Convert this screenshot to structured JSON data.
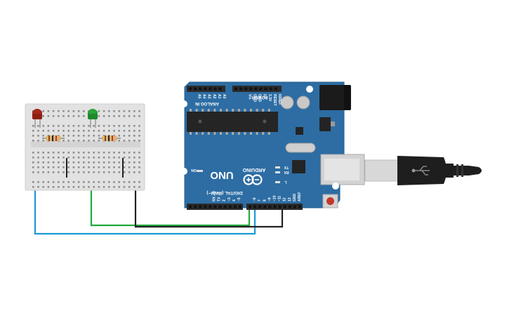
{
  "circuit": {
    "board": {
      "brand": "ARDUINO",
      "model": "UNO",
      "power_header_label": "POWER",
      "analog_header_label": "ANALOG IN",
      "digital_header_label": "DIGITAL (PWM~)",
      "on_led_label": "ON",
      "tx_label": "TX",
      "rx_label": "RX",
      "l_label": "L",
      "power_pins": [
        "IOREF",
        "RESET",
        "3.3V",
        "5V",
        "GND",
        "GND",
        "Vin"
      ],
      "analog_pins": [
        "A0",
        "A1",
        "A2",
        "A3",
        "A4",
        "A5"
      ],
      "digital_pins": [
        "AREF",
        "GND",
        "13",
        "12",
        "~11",
        "~10",
        "~9",
        "8",
        "7",
        "~6",
        "~5",
        "4",
        "~3",
        "2",
        "TX→1",
        "RX←0"
      ],
      "colors": {
        "pcb": "#2d6da3",
        "header": "#2b2b2b",
        "chip": "#252525"
      }
    },
    "breadboard": {
      "color": "#e2e2e2"
    },
    "components": [
      {
        "kind": "led",
        "color": "#c0392b"
      },
      {
        "kind": "led",
        "color": "#2e9e2e"
      },
      {
        "kind": "resistor"
      },
      {
        "kind": "resistor"
      }
    ],
    "wires": [
      {
        "color": "#1a9ad6"
      },
      {
        "color": "#1faa3c"
      },
      {
        "color": "#222222"
      }
    ],
    "usb_cable": {
      "color": "#1e1e1e"
    }
  }
}
